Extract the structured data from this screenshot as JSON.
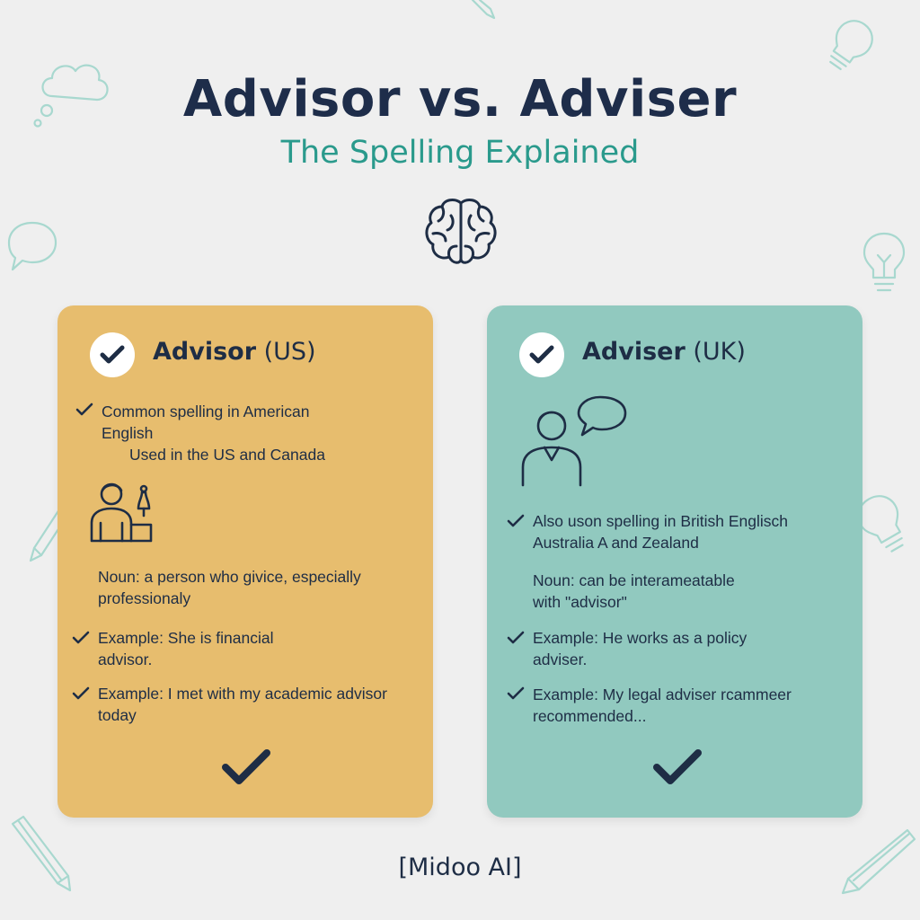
{
  "header": {
    "title": "Advisor vs. Adviser",
    "subtitle": "The Spelling Explained"
  },
  "cards": {
    "us": {
      "word": "Advisor",
      "region": "(US)",
      "point1_line1": "Common spelling in American",
      "point1_line2": "English",
      "point1_line3": "Used in the US and Canada",
      "noun_line1": "Noun: a person who givice, especially",
      "noun_line2": "professionaly",
      "example1_line1": "Example: She is financial",
      "example1_line2": "advisor.",
      "example2_line1": "Example: I met with my academic advisor",
      "example2_line2": "today",
      "background_color": "#e7bd6e"
    },
    "uk": {
      "word": "Adviser",
      "region": "(UK)",
      "point1_line1": "Also uson spelling in British Englisch",
      "point1_line2": "Australia A and Zealand",
      "noun_line1": "Noun: can be interameatable",
      "noun_line2": "with \"advisor\"",
      "example1_line1": "Example: He works as a policy",
      "example1_line2": "adviser.",
      "example2_line1": "Example: My legal adviser rcammeer",
      "example2_line2": "recommended...",
      "background_color": "#91c9bf"
    }
  },
  "footer": {
    "brand": "[Midoo AI]"
  },
  "icons": [
    "brain-icon",
    "thought-cloud-icon",
    "speech-bubble-icon",
    "lightbulb-icon",
    "pencil-icon",
    "person-icon",
    "checkmark-icon"
  ],
  "colors": {
    "background": "#efefef",
    "title": "#1e2d4a",
    "subtitle": "#2a9a8c",
    "decor": "#a8d8cf"
  }
}
